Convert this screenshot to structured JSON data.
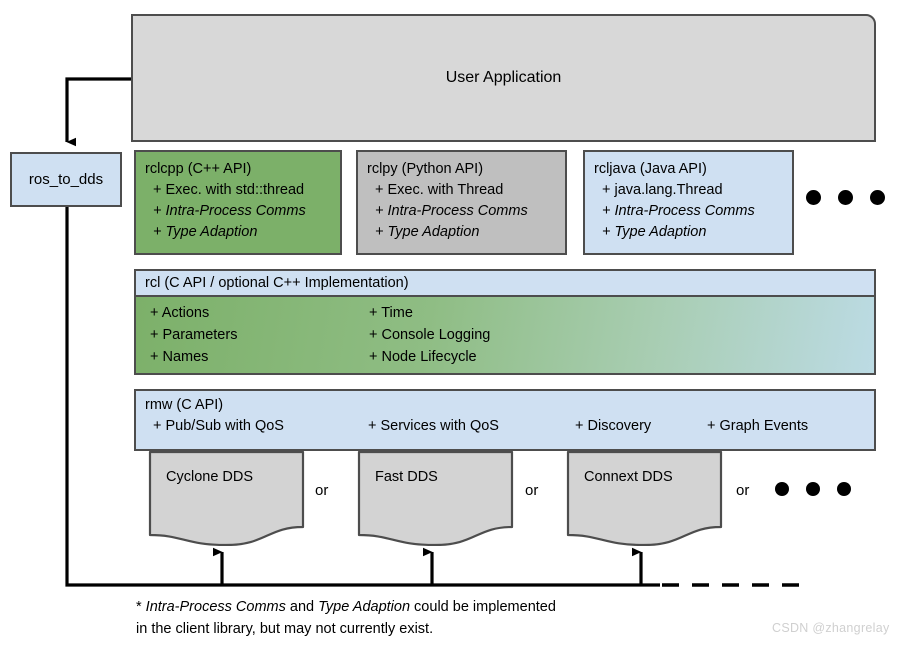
{
  "diagram": {
    "user_application": {
      "label": "User Application"
    },
    "ros_to_dds": {
      "label": "ros_to_dds"
    },
    "client_libraries": [
      {
        "name": "rclcpp",
        "title": "rclcpp (C++ API)",
        "items": [
          "+ Exec. with std::thread",
          "+ Intra-Process Comms",
          "+ Type Adaption"
        ],
        "color": "#7cb069"
      },
      {
        "name": "rclpy",
        "title": "rclpy (Python API)",
        "items": [
          "+ Exec. with Thread",
          "+ Intra-Process Comms",
          "+ Type Adaption"
        ],
        "color": "#bfbfbf"
      },
      {
        "name": "rcljava",
        "title": "rcljava (Java API)",
        "items": [
          "+ java.lang.Thread",
          "+ Intra-Process Comms",
          "+ Type Adaption"
        ],
        "color": "#cfe0f2"
      }
    ],
    "rcl": {
      "title": "rcl (C API / optional C++ Implementation)",
      "left_items": [
        "+ Actions",
        "+ Parameters",
        "+ Names"
      ],
      "right_items": [
        "+ Time",
        "+ Console Logging",
        "+ Node Lifecycle"
      ],
      "header_color": "#cfe0f2",
      "body_gradient_from": "#7cb069",
      "body_gradient_to": "#bcdbe4"
    },
    "rmw": {
      "title": "rmw (C API)",
      "items": [
        "+ Pub/Sub with QoS",
        "+ Services with QoS",
        "+ Discovery",
        "+ Graph Events"
      ],
      "color": "#cfe0f2"
    },
    "dds_implementations": [
      {
        "label": "Cyclone DDS"
      },
      {
        "label": "Fast DDS"
      },
      {
        "label": "Connext DDS"
      }
    ],
    "or_labels": [
      "or",
      "or",
      "or"
    ],
    "ellipsis": "• • •",
    "footnote": {
      "line1_a": "* ",
      "line1_em1": "Intra-Process Comms",
      "line1_b": " and ",
      "line1_em2": "Type Adaption",
      "line1_c": " could be implemented",
      "line2": "in the client library, but may not currently exist."
    },
    "watermark": "CSDN @zhangrelay"
  }
}
